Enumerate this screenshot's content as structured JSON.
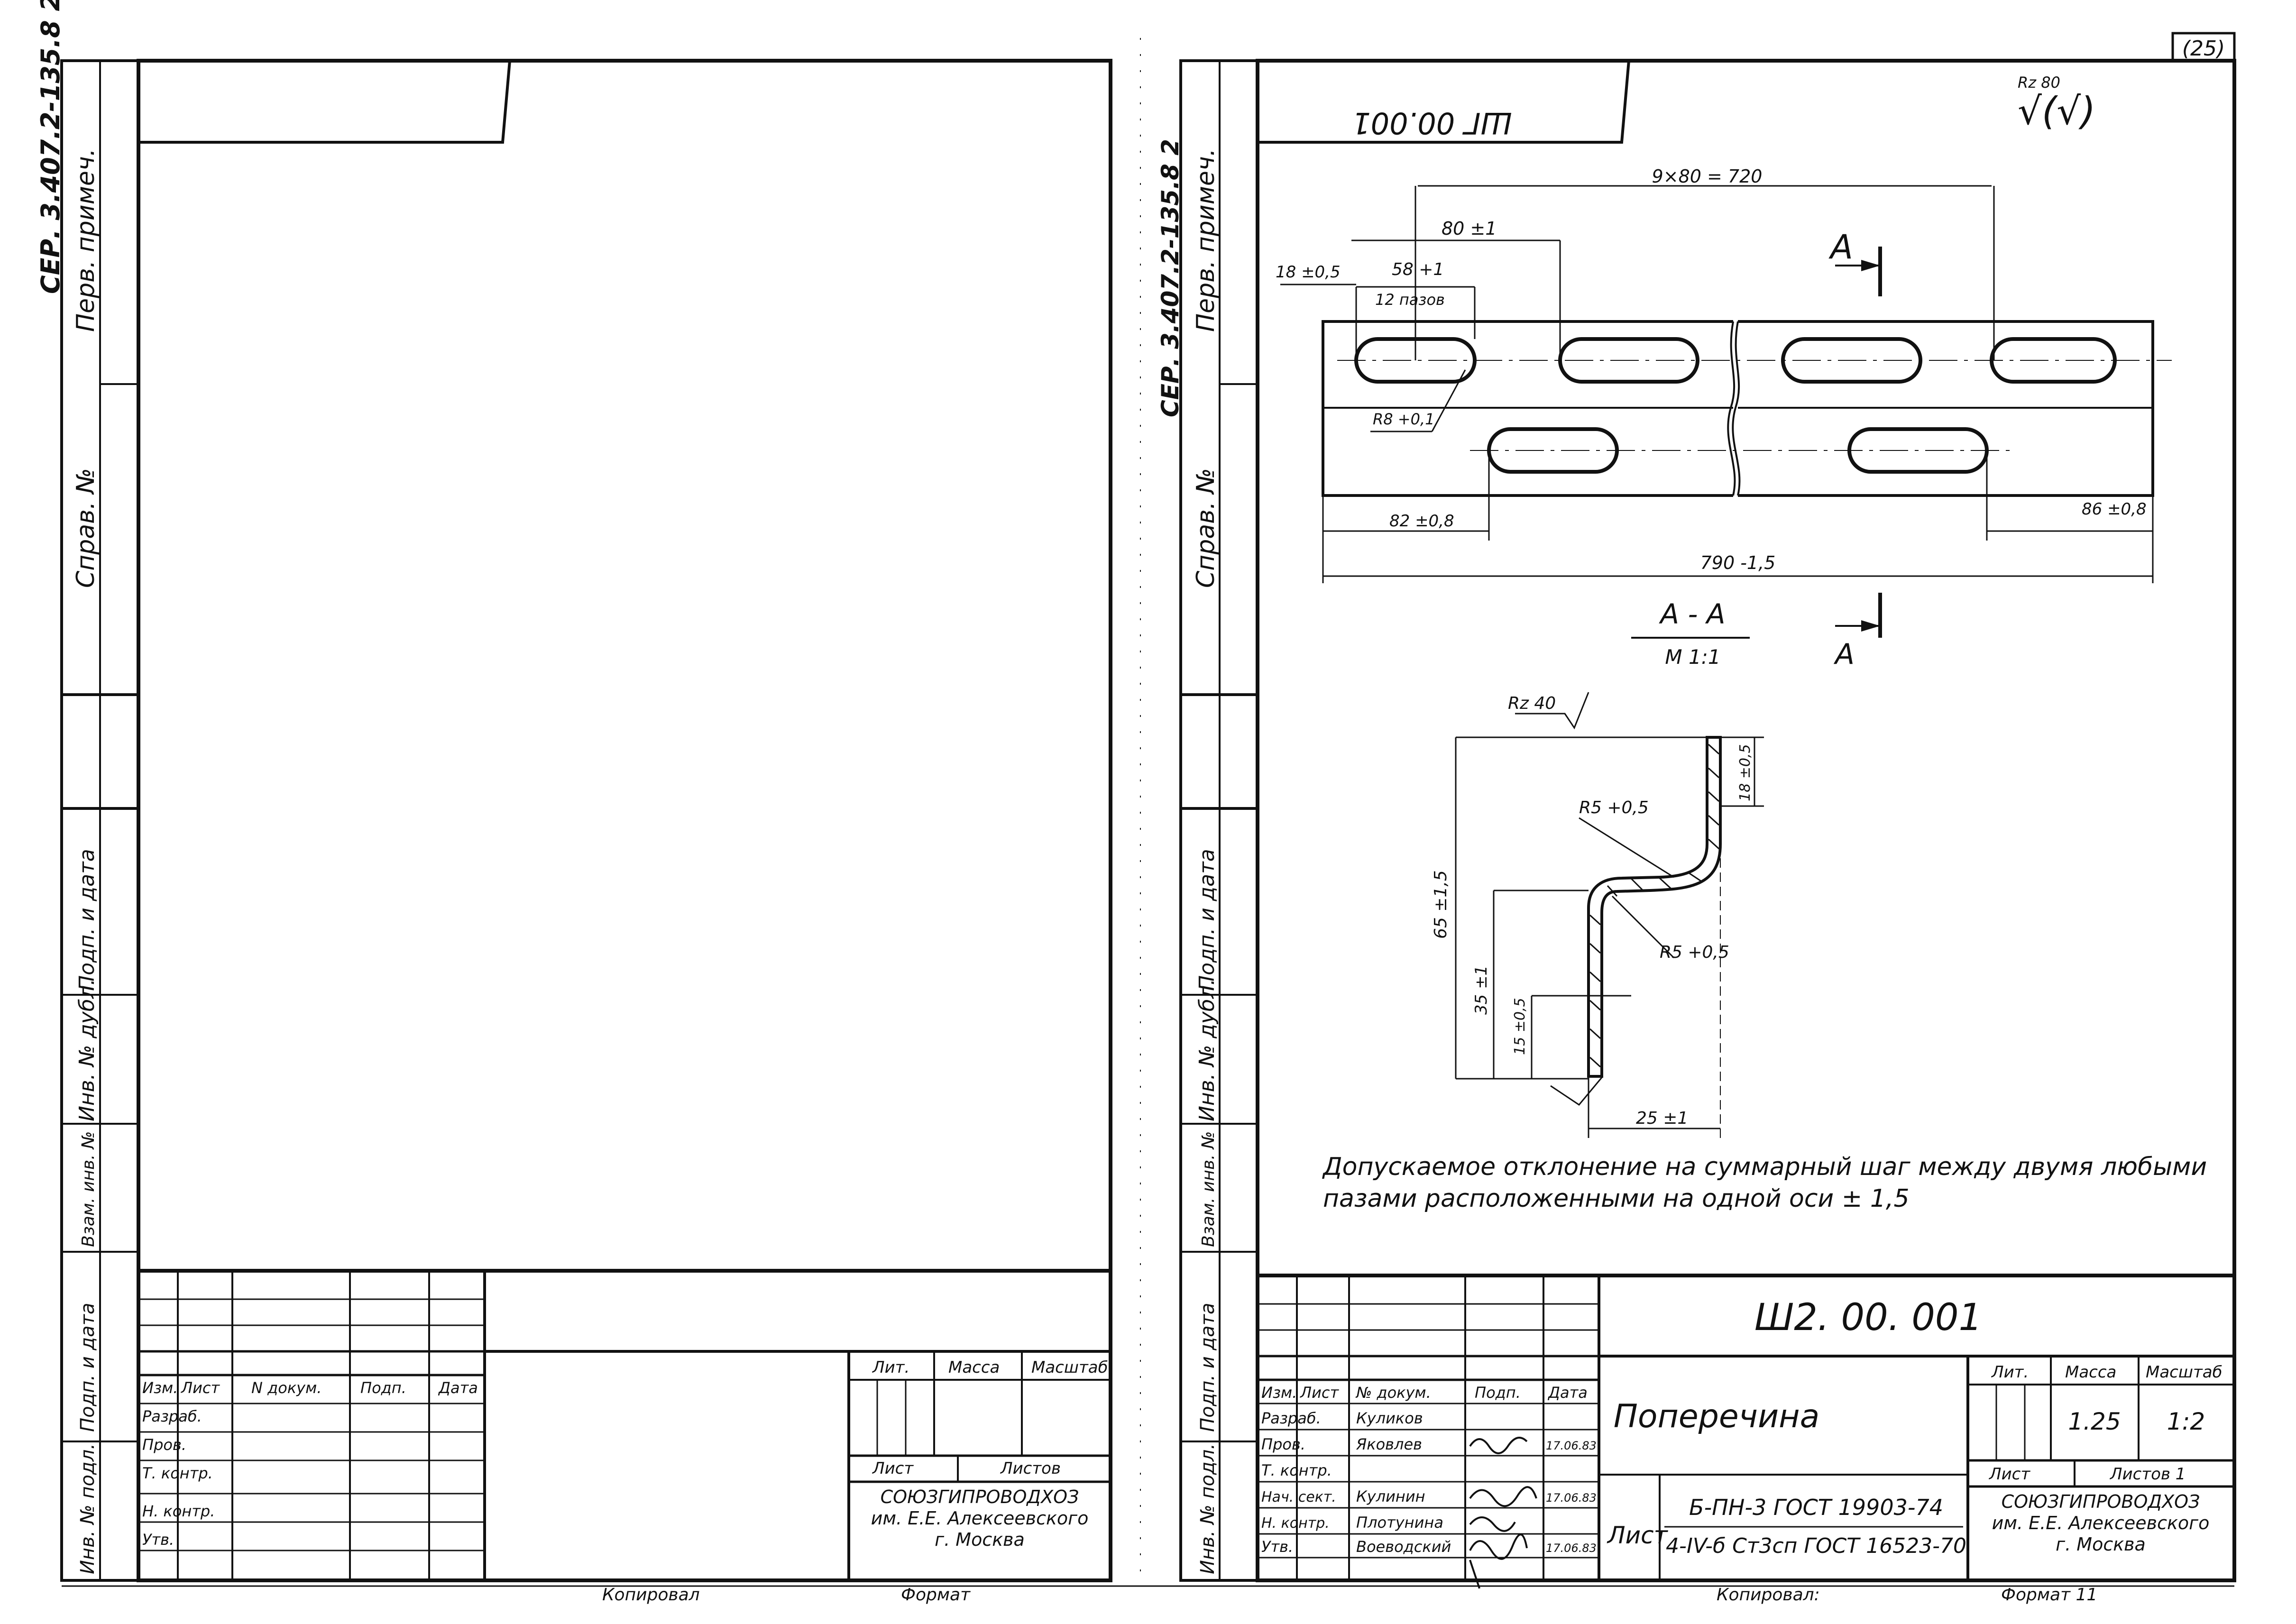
{
  "page_number": "(25)",
  "series_code": "СЕР. 3.407.2-135.8 2",
  "side_labels": {
    "first_use": "Перв. примеч.",
    "ref_no": "Справ. №",
    "sign_date_1": "Подп. и дата",
    "inv_dupl": "Инв. № дубл.",
    "replace_inv": "Взам. инв. №",
    "sign_date_2": "Подп. и дата",
    "inv_orig": "Инв. № подл."
  },
  "left_sheet": {
    "stamp_headers": [
      "Изм.",
      "Лист",
      "N докум.",
      "Подп.",
      "Дата"
    ],
    "stamp_roles": [
      "Разраб.",
      "Пров.",
      "Т. контр.",
      "",
      "Н. контр.",
      "Утв."
    ],
    "lit_label": "Лит.",
    "mass_label": "Масса",
    "scale_label": "Масштаб",
    "sheet_label": "Лист",
    "sheets_label": "Листов",
    "org_lines": [
      "СОЮЗГИПРОВОДХОЗ",
      "им. Е.Е. Алексеевского",
      "г. Москва"
    ],
    "copied": "Копировал",
    "format": "Формат"
  },
  "right_sheet": {
    "mirrored_code": "ШГ 00.001",
    "roughness_top": "Rz 80",
    "roughness_symbol": "√(√)",
    "dims": {
      "total_pitch": "9×80 = 720",
      "pitch": "80 ±1",
      "slot_len": "58 +1",
      "edge": "18 ±0,5",
      "slots_count": "12 пазов",
      "slot_radius": "R8 +0,1",
      "offset_left": "82 ±0,8",
      "offset_right": "86 ±0,8",
      "length": "790 -1,5"
    },
    "section_mark": "А",
    "section_title": "А - А",
    "section_scale": "М 1:1",
    "section_dims": {
      "roughness": "Rz 40",
      "r_top": "R5 +0,5",
      "r_bottom": "R5 +0,5",
      "flange": "18 ±0,5",
      "height_total": "65 ±1,5",
      "height_mid": "35 ±1",
      "height_low": "15 ±0,5",
      "width": "25 ±1"
    },
    "note_lines": [
      "Допускаемое  отклонение на суммарный шаг между двумя любыми",
      "пазами  расположенными на одной оси ± 1,5"
    ],
    "doc_code": "Ш2. 00. 001",
    "part_name": "Поперечина",
    "stamp_headers": [
      "Изм.",
      "Лист",
      "№ докум.",
      "Подп.",
      "Дата"
    ],
    "stamp_rows": [
      {
        "role": "Разраб.",
        "name": "Куликов",
        "date": ""
      },
      {
        "role": "Пров.",
        "name": "Яковлев",
        "date": "17.06.83"
      },
      {
        "role": "Т. контр.",
        "name": "",
        "date": ""
      },
      {
        "role": "Нач. сект.",
        "name": "Кулинин",
        "date": "17.06.83"
      },
      {
        "role": "Н. контр.",
        "name": "Плотунина",
        "date": ""
      },
      {
        "role": "Утв.",
        "name": "Воеводский",
        "date": "17.06.83"
      }
    ],
    "sheet_word": "Лист",
    "material_top": "Б-ПН-3  ГОСТ 19903-74",
    "material_bottom": "4-IV-б Ст3сп ГОСТ 16523-70",
    "lit_label": "Лит.",
    "mass_label": "Масса",
    "scale_label": "Масштаб",
    "mass_value": "1.25",
    "scale_value": "1:2",
    "sheet_label": "Лист",
    "sheets_label": "Листов 1",
    "org_lines": [
      "СОЮЗГИПРОВОДХОЗ",
      "им. Е.Е. Алексеевского",
      "г. Москва"
    ],
    "copied": "Копировал:",
    "format": "Формат 11"
  }
}
